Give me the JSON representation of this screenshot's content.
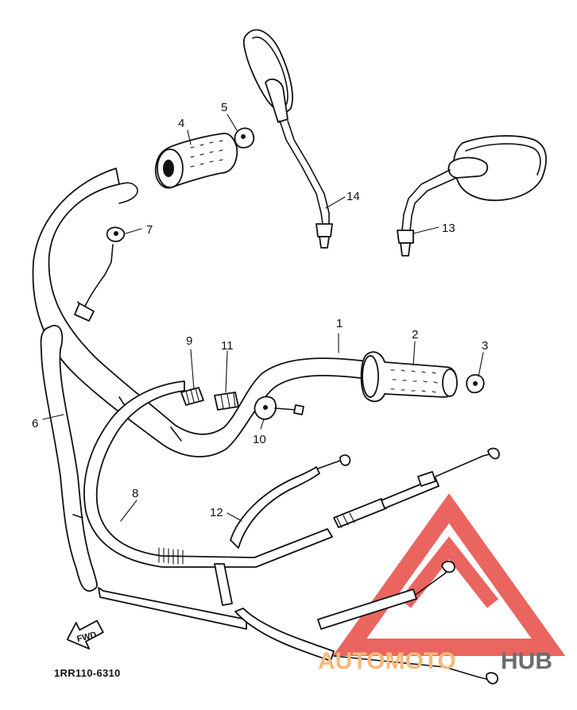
{
  "diagram": {
    "code": "1RR110-6310",
    "fwd_label": "FWD",
    "watermark": {
      "left": "AUTOMOTO",
      "right": "HUB",
      "color_red": "#e8554f",
      "color_orange": "#f7b87a",
      "color_gray": "#6d6d6d"
    },
    "callouts": [
      {
        "id": "1",
        "label": "1"
      },
      {
        "id": "2",
        "label": "2"
      },
      {
        "id": "3",
        "label": "3"
      },
      {
        "id": "4",
        "label": "4"
      },
      {
        "id": "5",
        "label": "5"
      },
      {
        "id": "6",
        "label": "6"
      },
      {
        "id": "7",
        "label": "7"
      },
      {
        "id": "8",
        "label": "8"
      },
      {
        "id": "9",
        "label": "9"
      },
      {
        "id": "10",
        "label": "10"
      },
      {
        "id": "11",
        "label": "11"
      },
      {
        "id": "12",
        "label": "12"
      },
      {
        "id": "13",
        "label": "13"
      },
      {
        "id": "14",
        "label": "14"
      }
    ]
  }
}
